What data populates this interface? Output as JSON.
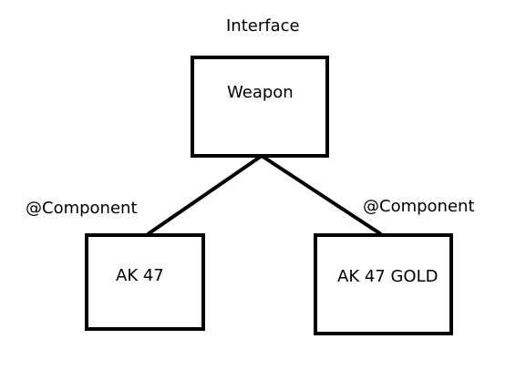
{
  "diagram": {
    "top_annotation": "Interface",
    "parent": {
      "label": "Weapon"
    },
    "children": [
      {
        "annotation": "@Component",
        "label": "AK 47"
      },
      {
        "annotation": "@Component",
        "label": "AK 47 GOLD"
      }
    ],
    "colors": {
      "stroke": "#000000",
      "background": "#ffffff",
      "text": "#000000"
    }
  }
}
